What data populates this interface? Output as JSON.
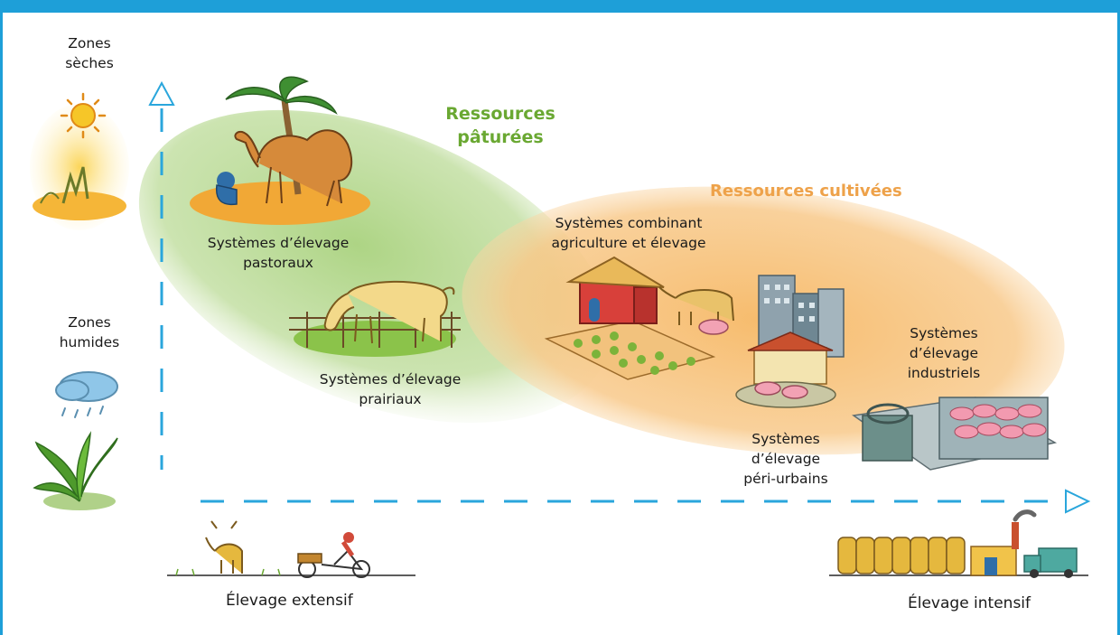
{
  "zones": {
    "dry": [
      "Zones",
      "sèches"
    ],
    "humid": [
      "Zones",
      "humides"
    ]
  },
  "resources": {
    "grazed": [
      "Ressources",
      "pâturées"
    ],
    "cultivated": "Ressources cultivées"
  },
  "systems": {
    "pastoral": [
      "Systèmes d’élevage",
      "pastoraux"
    ],
    "grassland": [
      "Systèmes d’élevage",
      "prairiaux"
    ],
    "mixed": [
      "Systèmes combinant",
      "agriculture et élevage"
    ],
    "periurban": [
      "Systèmes",
      "d’élevage",
      "péri-urbains"
    ],
    "industrial": [
      "Systèmes",
      "d’élevage",
      "industriels"
    ]
  },
  "axis": {
    "extensive": "Élevage extensif",
    "intensive": "Élevage intensif"
  },
  "colors": {
    "frame": "#1e9fd8",
    "axis": "#2aa6dc",
    "grazed_zone": "#a9d27e",
    "cultivated_zone": "#f7c27a",
    "grazed_text": "#6aa832",
    "cultivated_text": "#eea24a"
  },
  "icons": [
    "sun-icon",
    "rain-cloud-icon",
    "camel-icon",
    "palm-tree-icon",
    "cow-icon",
    "farm-hut-icon",
    "city-buildings-icon",
    "pig-pen-icon",
    "ox-icon",
    "bicycle-icon",
    "factory-icon",
    "truck-icon"
  ]
}
